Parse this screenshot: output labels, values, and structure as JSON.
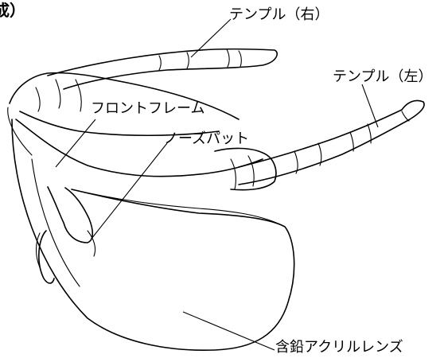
{
  "corner_fragment": "成）",
  "labels": {
    "temple_right": "テンプル（右）",
    "temple_left": "テンプル（左）",
    "front_frame": "フロントフレーム",
    "nose_pad": "ノーズパット",
    "lens": "含鉛アクリルレンズ"
  },
  "colors": {
    "line": "#000000",
    "background": "#ffffff",
    "lens_tint": "#ffffff"
  }
}
